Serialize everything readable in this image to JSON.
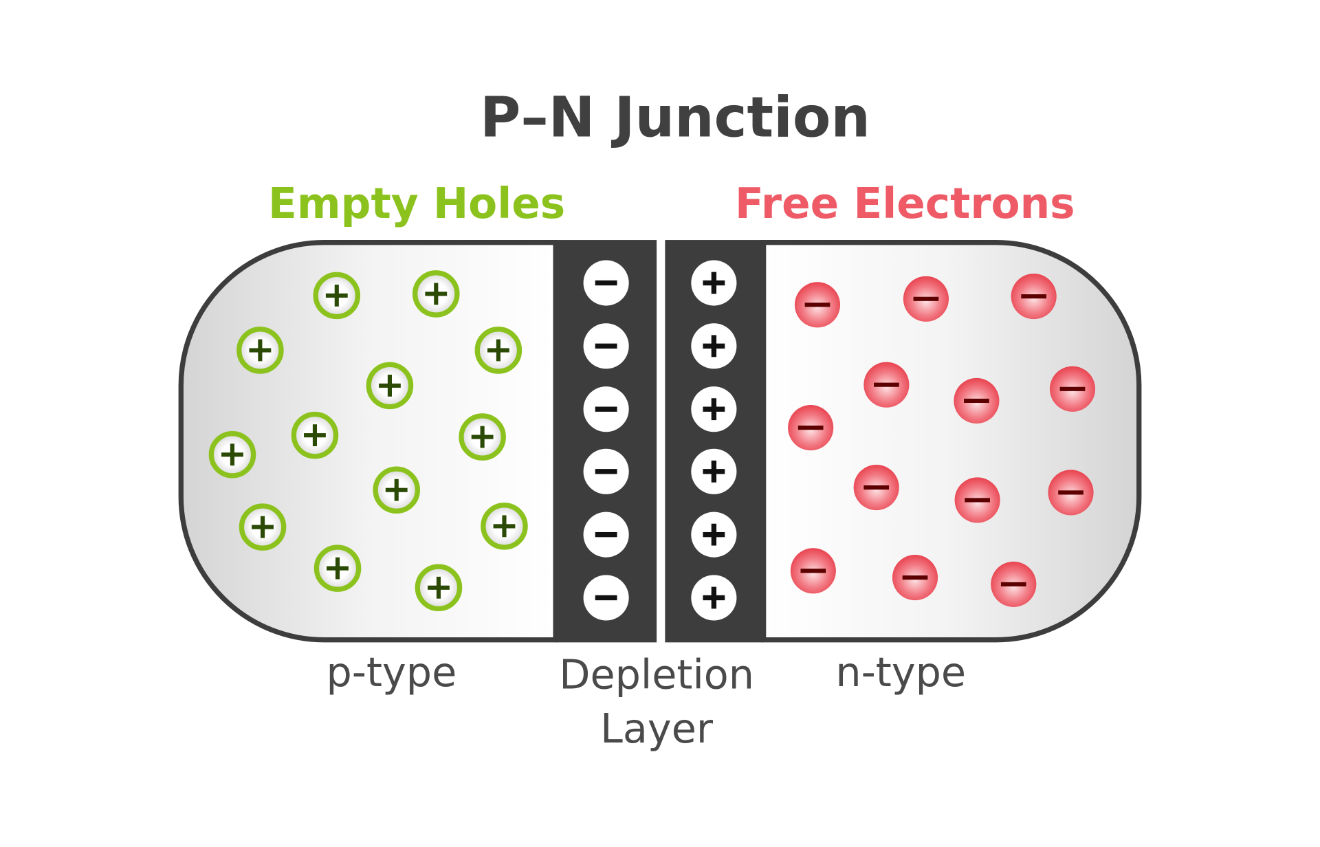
{
  "title": "P–N Junction",
  "labels": {
    "holes": "Empty Holes",
    "electrons": "Free Electrons",
    "p_type": "p-type",
    "depletion_line1": "Depletion",
    "depletion_line2": "Layer",
    "n_type": "n-type"
  },
  "colors": {
    "holes": "#8cc21d",
    "hole_sign": "#2b4a05",
    "electrons": "#ee5a66",
    "electron_sign": "#5c0000",
    "outline": "#3d3d3d",
    "text": "#444444"
  },
  "counts": {
    "holes": 13,
    "electrons": 13,
    "depletion_negative_ions": 6,
    "depletion_positive_ions": 6
  }
}
